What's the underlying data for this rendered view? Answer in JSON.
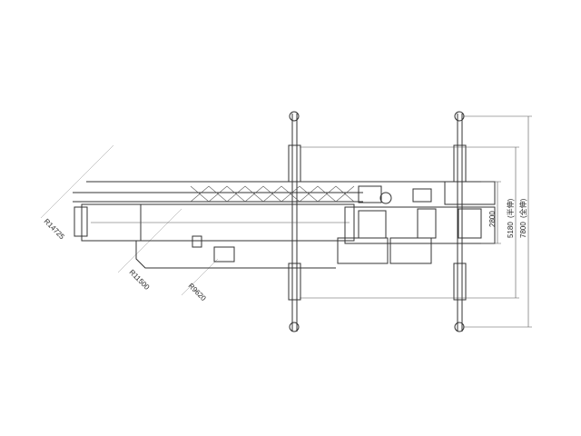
{
  "radii": {
    "r1": "R14725",
    "r2": "R11500",
    "r3": "R9620"
  },
  "dimensions": {
    "width_retracted": "2800",
    "width_half": "5180",
    "width_half_note": "(半伸)",
    "width_full": "7800",
    "width_full_note": "(全伸)"
  }
}
